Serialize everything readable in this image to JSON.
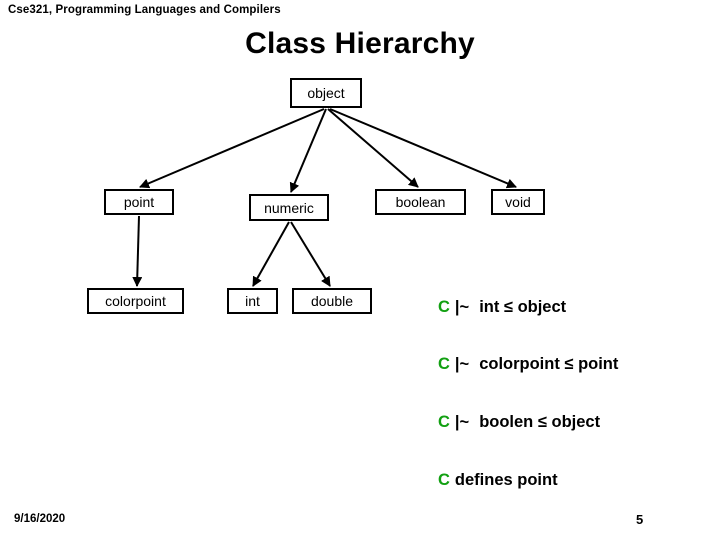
{
  "header": {
    "course": "Cse321, Programming Languages and Compilers"
  },
  "title": "Class Hierarchy",
  "diagram": {
    "type": "class-hierarchy-tree",
    "nodes": [
      {
        "id": "object",
        "label": "object"
      },
      {
        "id": "point",
        "label": "point"
      },
      {
        "id": "numeric",
        "label": "numeric"
      },
      {
        "id": "boolean",
        "label": "boolean"
      },
      {
        "id": "void",
        "label": "void"
      },
      {
        "id": "colorpoint",
        "label": "colorpoint"
      },
      {
        "id": "int",
        "label": "int"
      },
      {
        "id": "double",
        "label": "double"
      }
    ],
    "edges": [
      {
        "from": "object",
        "to": "point"
      },
      {
        "from": "object",
        "to": "numeric"
      },
      {
        "from": "object",
        "to": "boolean"
      },
      {
        "from": "object",
        "to": "void"
      },
      {
        "from": "point",
        "to": "colorpoint"
      },
      {
        "from": "numeric",
        "to": "int"
      },
      {
        "from": "numeric",
        "to": "double"
      }
    ]
  },
  "formulas": [
    {
      "context": "C",
      "turnstile": "|~",
      "body": "int ≤ object"
    },
    {
      "context": "C",
      "turnstile": "|~",
      "body": "colorpoint  ≤ point"
    },
    {
      "context": "C",
      "turnstile": "|~",
      "body": "boolen ≤ object"
    },
    {
      "context": "C",
      "turnstile": "",
      "body": "defines point"
    }
  ],
  "footer": {
    "date": "9/16/2020",
    "page": "5"
  },
  "colors": {
    "context_green": "#12a012",
    "text_black": "#000000",
    "background": "#ffffff"
  }
}
